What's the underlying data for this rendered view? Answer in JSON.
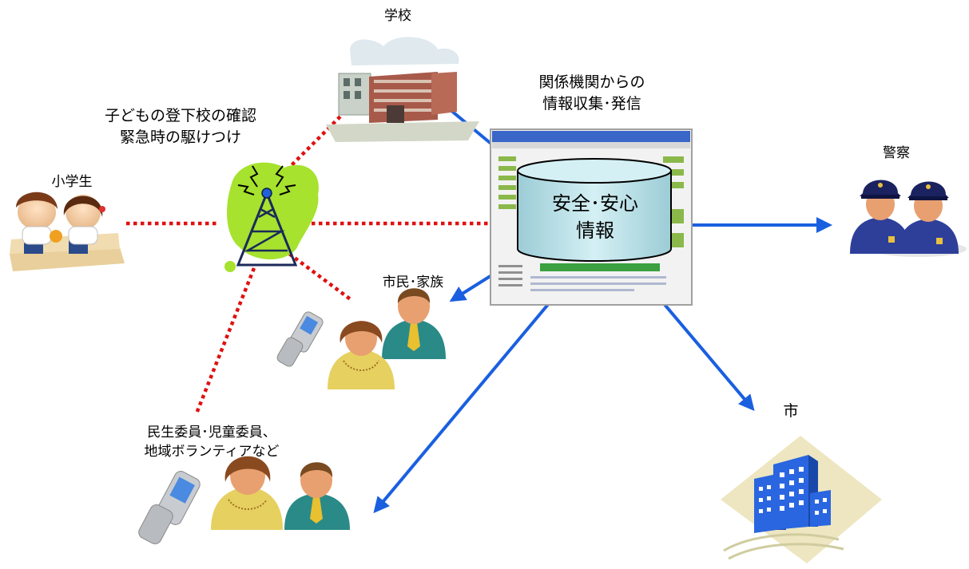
{
  "labels": {
    "school": "学校",
    "relations": "関係機関からの\n情報収集･発信",
    "confirm": "子どもの登下校の確認\n緊急時の駆けつけ",
    "students": "小学生",
    "police": "警察",
    "database": "安全･安心\n情報",
    "citizens": "市民･家族",
    "volunteers": "民生委員･児童委員、\n地域ボランティアなど",
    "city": "市"
  },
  "colors": {
    "dotted_line": "#e01010",
    "arrow": "#1a5fe0",
    "antenna_bg": "#a6e22e",
    "database_fill": "#c4e6ec",
    "uniform": "#2e3f9a",
    "building": "#2a66e0"
  }
}
